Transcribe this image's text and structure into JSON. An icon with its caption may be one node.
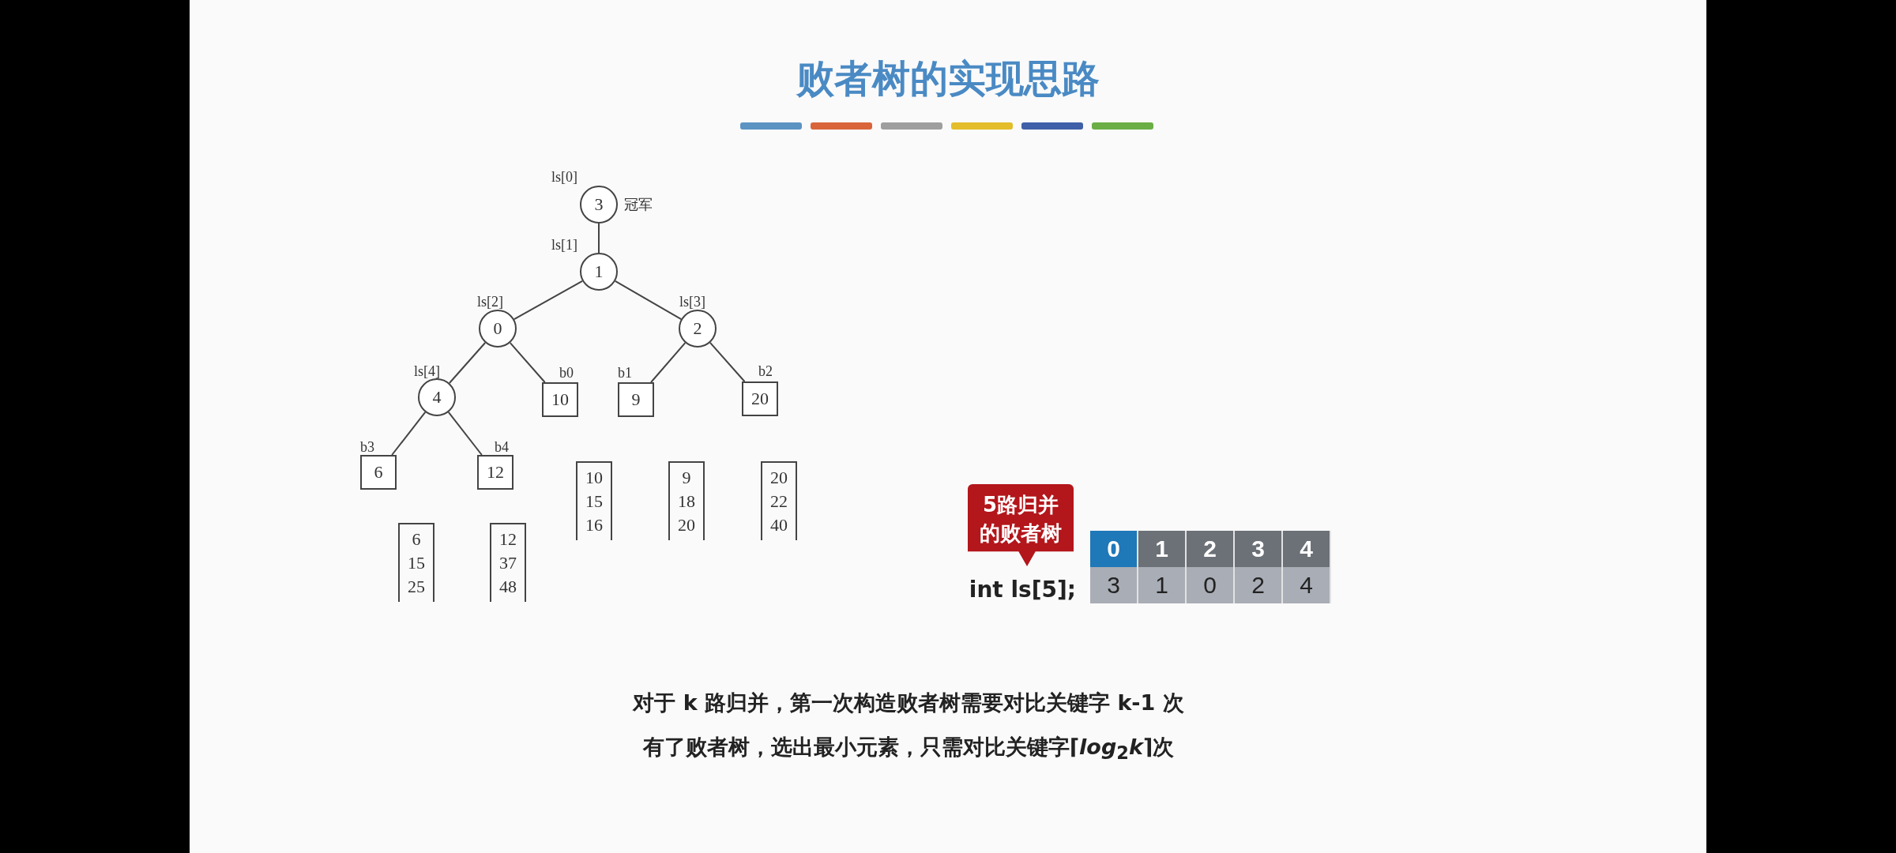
{
  "diagram": {
    "title": "败者树的实现思路",
    "nodes": [
      {
        "text": [
          "3"
        ],
        "beside": [
          "ls[0]",
          "冠军"
        ]
      },
      {
        "text": [
          "1"
        ],
        "beside": [
          "ls[1]"
        ]
      },
      {
        "text": [
          "0"
        ],
        "beside": [
          "ls[2]"
        ]
      },
      {
        "text": [
          "2"
        ],
        "beside": [
          "ls[3]"
        ]
      },
      {
        "text": [
          "4"
        ],
        "beside": [
          "ls[4]"
        ]
      },
      {
        "text": [
          "10"
        ],
        "beside": [
          "b0"
        ]
      },
      {
        "text": [
          "9"
        ],
        "beside": [
          "b1"
        ]
      },
      {
        "text": [
          "20"
        ],
        "beside": [
          "b2"
        ]
      },
      {
        "text": [
          "6"
        ],
        "beside": [
          "b3"
        ]
      },
      {
        "text": [
          "12"
        ],
        "beside": [
          "b4"
        ]
      },
      {
        "text": [
          "10",
          "15",
          "16"
        ]
      },
      {
        "text": [
          "9",
          "18",
          "20"
        ]
      },
      {
        "text": [
          "20",
          "22",
          "40"
        ]
      },
      {
        "text": [
          "6",
          "15",
          "25"
        ]
      },
      {
        "text": [
          "12",
          "37",
          "48"
        ]
      },
      {
        "text": [
          "5路归并的败者树"
        ]
      }
    ],
    "edges": [
      {
        "from": 0,
        "to": 1,
        "arrow": "none"
      },
      {
        "from": 1,
        "to": 2,
        "arrow": "none"
      },
      {
        "from": 1,
        "to": 3,
        "arrow": "none"
      },
      {
        "from": 2,
        "to": 4,
        "arrow": "none"
      },
      {
        "from": 2,
        "to": 5,
        "arrow": "none"
      },
      {
        "from": 3,
        "to": 6,
        "arrow": "none"
      },
      {
        "from": 3,
        "to": 7,
        "arrow": "none"
      },
      {
        "from": 4,
        "to": 8,
        "arrow": "none"
      },
      {
        "from": 4,
        "to": 9,
        "arrow": "none"
      }
    ],
    "labels": [
      "int ls[5];",
      "0",
      "1",
      "2",
      "3",
      "4",
      "3",
      "1",
      "0",
      "2",
      "4",
      "对于 k 路归并，第一次构造败者树需要对比关键字 k-1 次",
      "有了败者树，选出最小元素，只需对比关键字⌈*log*$_{2}$*k*⌉次"
    ]
  }
}
